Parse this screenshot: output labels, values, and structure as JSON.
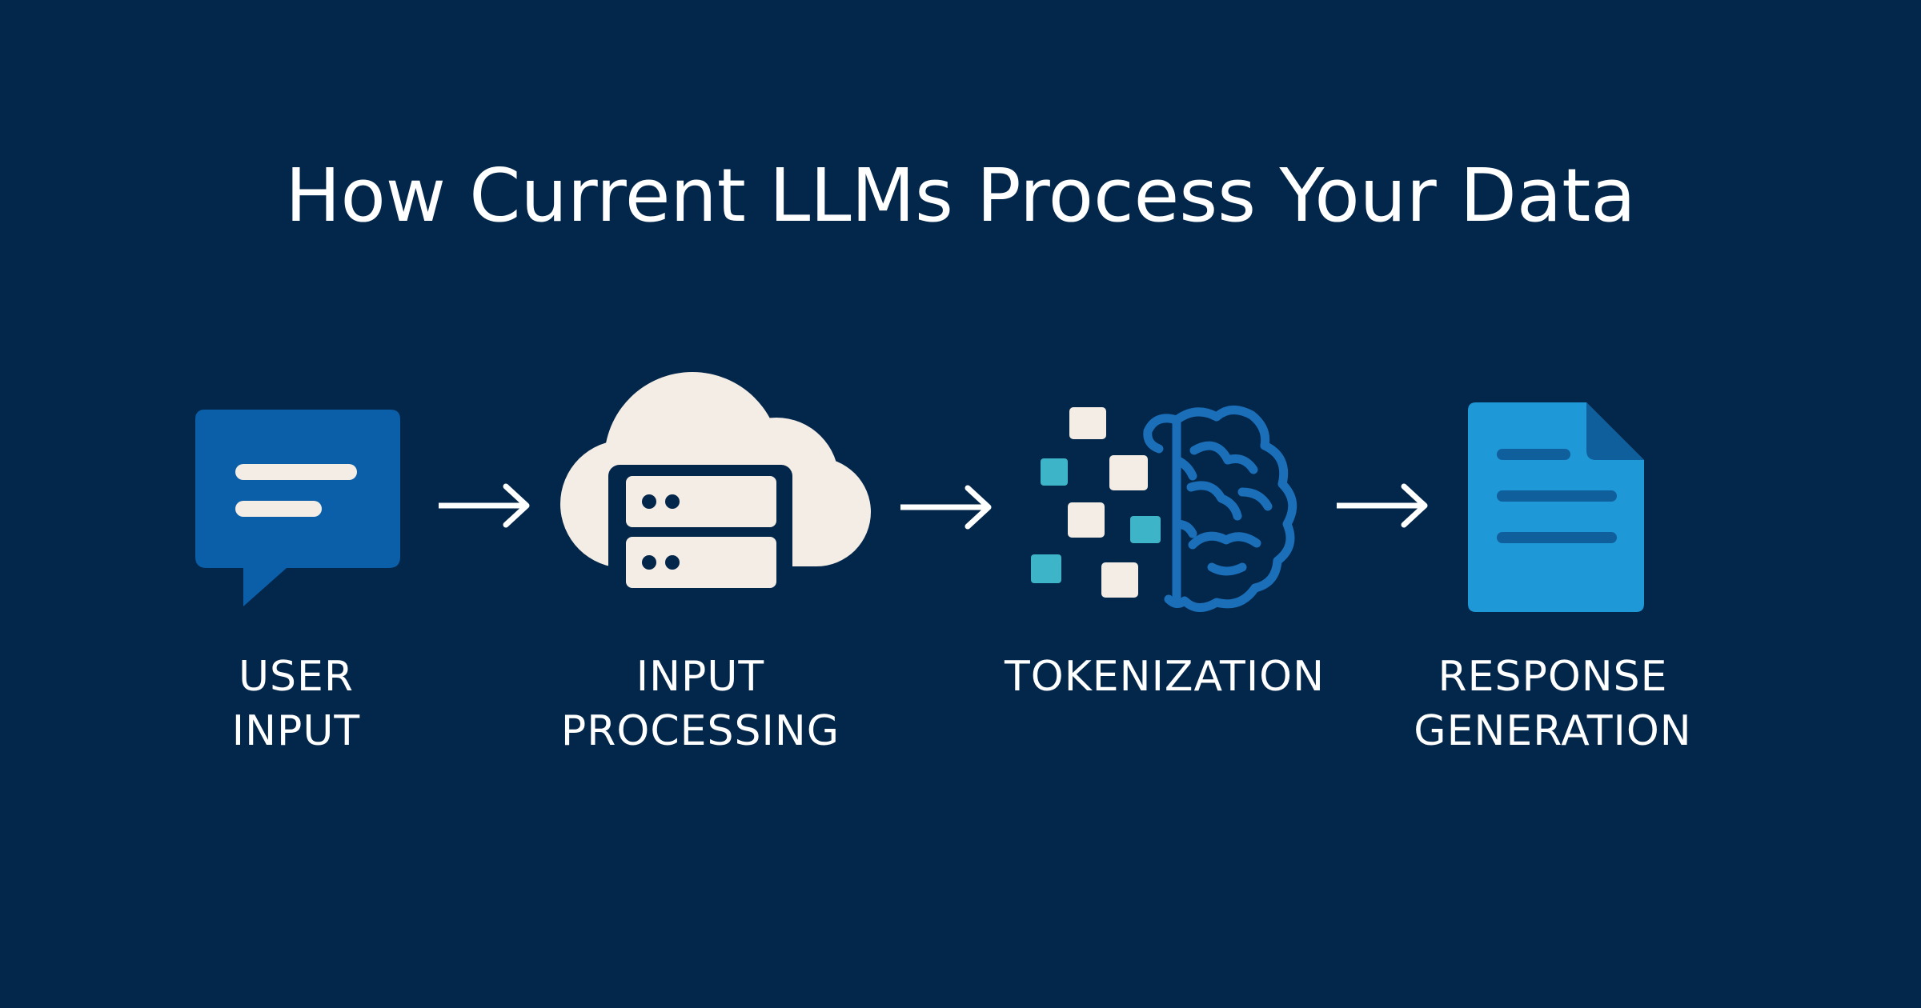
{
  "title": "How Current LLMs Process Your Data",
  "steps": [
    {
      "icon": "chat-bubble-icon",
      "line1": "USER",
      "line2": "INPUT"
    },
    {
      "icon": "cloud-server-icon",
      "line1": "INPUT",
      "line2": "PROCESSING"
    },
    {
      "icon": "tokens-brain-icon",
      "line1": "TOKENIZATION",
      "line2": ""
    },
    {
      "icon": "document-icon",
      "line1": "RESPONSE",
      "line2": "GENERATION"
    }
  ],
  "colors": {
    "background": "#03264b",
    "chat_blue": "#0b5ea8",
    "cream": "#f3ede5",
    "teal": "#3db4c8",
    "brain_blue": "#1a6fb8",
    "doc_blue": "#1e98d6",
    "doc_fold": "#0f5f9c",
    "white": "#ffffff"
  }
}
